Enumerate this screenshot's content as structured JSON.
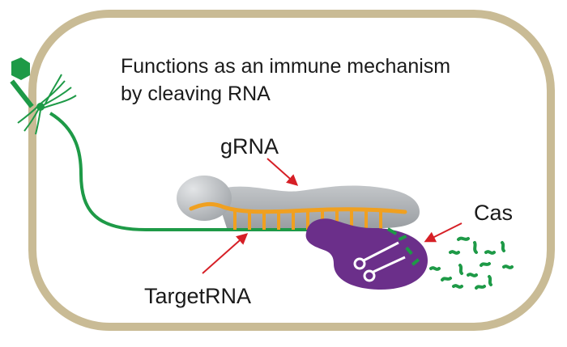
{
  "diagram": {
    "caption_line1": "Functions as an immune mechanism",
    "caption_line2": "by cleaving RNA",
    "labels": {
      "grna": "gRNA",
      "cas": "Cas",
      "target_rna": "TargetRNA"
    },
    "colors": {
      "cell_wall": "#c9bb95",
      "target_rna": "#1e9a47",
      "phage": "#1e9a47",
      "grna_body": "#a9adb1",
      "grna_strand": "#f0a020",
      "cas_protein": "#6b2f8a",
      "arrow": "#d61f26",
      "fragments": "#1e9a47"
    },
    "icons": [
      "bacteriophage-icon",
      "scissors-icon"
    ]
  }
}
